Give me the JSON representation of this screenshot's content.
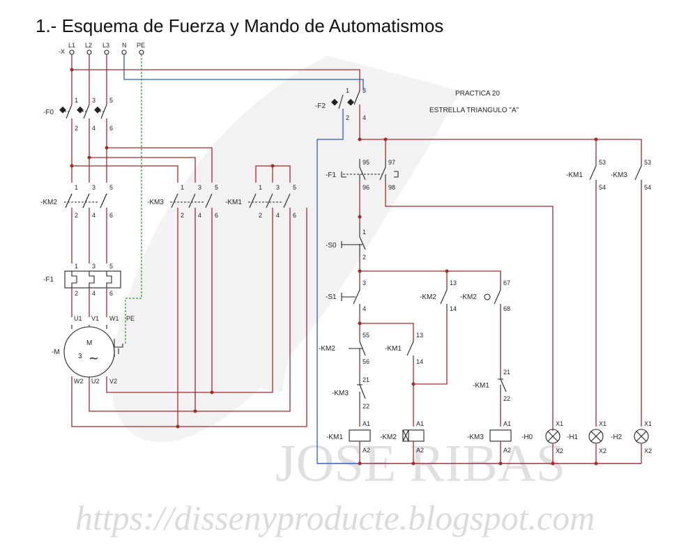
{
  "title": "1.- Esquema de Fuerza y Mando de Automatismos",
  "practice": "PRACTICA 20",
  "subtitle": "ESTRELLA TRIANGULO \"A\"",
  "watermark_url": "https://dissenyproducte.blogspot.com",
  "watermark_name": "JOSE RIBAS",
  "supply": {
    "ref": "-X",
    "terminals": [
      "L1",
      "L2",
      "L3",
      "N",
      "PE"
    ]
  },
  "power": {
    "f0": {
      "ref": "-F0",
      "top": [
        "1",
        "3",
        "5"
      ],
      "bottom": [
        "2",
        "4",
        "6"
      ]
    },
    "km2": {
      "ref": "-KM2",
      "top": [
        "1",
        "3",
        "5"
      ],
      "bottom": [
        "2",
        "4",
        "6"
      ]
    },
    "km3": {
      "ref": "-KM3",
      "top": [
        "1",
        "3",
        "5"
      ],
      "bottom": [
        "2",
        "4",
        "6"
      ]
    },
    "km1": {
      "ref": "-KM1",
      "top": [
        "1",
        "3",
        "5"
      ],
      "bottom": [
        "2",
        "4",
        "6"
      ]
    },
    "f1": {
      "ref": "-F1",
      "top": [
        "1",
        "3",
        "5"
      ],
      "bottom": [
        "2",
        "4",
        "6"
      ]
    },
    "motor": {
      "ref": "-M",
      "letter": "M",
      "phases": "3",
      "tilde": "~",
      "top": [
        "U1",
        "V1",
        "W1",
        "PE"
      ],
      "bottom": [
        "W2",
        "U2",
        "V2"
      ]
    }
  },
  "control": {
    "f2": {
      "ref": "-F2",
      "t1": "1",
      "t3": "3",
      "t2": "2",
      "t4": "4"
    },
    "f1": {
      "ref": "-F1",
      "t95": "95",
      "t96": "96",
      "t97": "97",
      "t98": "98"
    },
    "s0": {
      "ref": "-S0",
      "t1": "1",
      "t2": "2"
    },
    "s1": {
      "ref": "-S1",
      "t3": "3",
      "t4": "4"
    },
    "km2_55": {
      "ref": "-KM2",
      "a": "55",
      "b": "56"
    },
    "km1_13": {
      "ref": "-KM1",
      "a": "13",
      "b": "14"
    },
    "km3_21": {
      "ref": "-KM3",
      "a": "21",
      "b": "22"
    },
    "km2_13": {
      "ref": "-KM2",
      "a": "13",
      "b": "14"
    },
    "km2_67": {
      "ref": "-KM2",
      "a": "67",
      "b": "68"
    },
    "km1_21": {
      "ref": "-KM1",
      "a": "21",
      "b": "22"
    },
    "km1_53": {
      "ref": "-KM1",
      "a": "53",
      "b": "54"
    },
    "km3_53": {
      "ref": "-KM3",
      "a": "53",
      "b": "54"
    },
    "coils": [
      {
        "ref": "-KM1",
        "a1": "A1",
        "a2": "A2"
      },
      {
        "ref": "-KM2",
        "a1": "A1",
        "a2": "A2"
      },
      {
        "ref": "-KM3",
        "a1": "A1",
        "a2": "A2"
      }
    ],
    "lamps": [
      {
        "ref": "-H0",
        "x1": "X1",
        "x2": "X2"
      },
      {
        "ref": "-H1",
        "x1": "X1",
        "x2": "X2"
      },
      {
        "ref": "-H2",
        "x1": "X1",
        "x2": "X2"
      }
    ]
  },
  "colors": {
    "wire": "#a52a2a",
    "neutral": "#3355cc",
    "earth": "#2a9a2a",
    "symbol": "#222222"
  }
}
